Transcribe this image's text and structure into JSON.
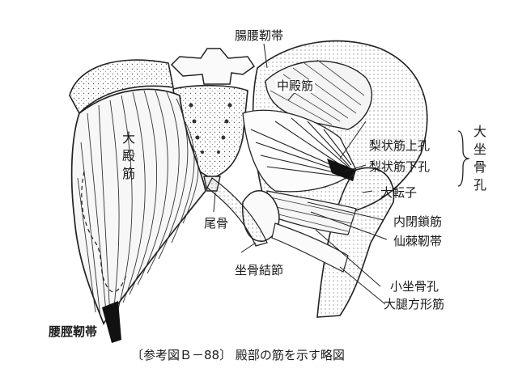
{
  "labels": {
    "iliolumbar_ligament": "腸腰靭帯",
    "gluteus_medius": "中殿筋",
    "gluteus_maximus": "大殿筋",
    "coccyx": "尾骨",
    "suprapiriform_foramen": "梨状筋上孔",
    "infrapiriform_foramen": "梨状筋下孔",
    "greater_sciatic_foramen": "大坐骨孔",
    "greater_trochanter": "大転子",
    "obturator_internus": "内閉鎖筋",
    "sacrospinous_ligament": "仙棘靭帯",
    "sacrotuberous_ligament": "坐骨結節",
    "lesser_sciatic_foramen": "小坐骨孔",
    "quadratus_femoris": "大腿方形筋",
    "iliotibial_tract": "腰脛靭帯"
  },
  "caption": "〔参考図Ｂ－88〕 殿部の筋を示す略図"
}
